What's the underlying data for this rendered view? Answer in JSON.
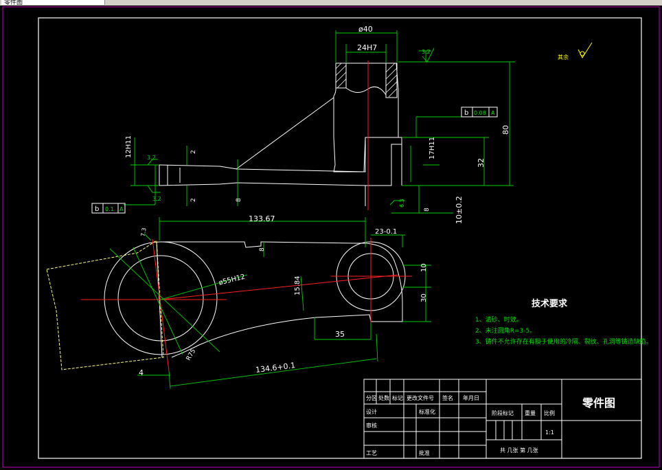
{
  "window": {
    "tab_label": "零件图"
  },
  "dims": {
    "d40": "ø40",
    "w24h7": "24H7",
    "r32a": "3.2",
    "rest_roughness": "其余",
    "h80": "80",
    "h32": "32",
    "h17h11": "17H11",
    "h12h11": "12H11",
    "r32b": "3.2",
    "r32c": "3.2",
    "r32d": "6.3",
    "h2a": "2",
    "h2b": "2",
    "h8": "8",
    "h8b": "8",
    "h10": "10±0.2",
    "tol_b1_letter": "b",
    "tol_b1_val": "0.08",
    "tol_b1_sym": "A",
    "tol_b2_letter": "b",
    "tol_b2_val": "0.1",
    "tol_b2_sym": "A",
    "len133": "133.67",
    "d23": "23-0.1",
    "h8c": "8",
    "d55": "ø55H12",
    "h15": "15.84",
    "h10b": "10",
    "h30": "30",
    "w35": "35",
    "w4": "4",
    "len134": "134.6+0.1",
    "r75": "R75",
    "r7": "7.3"
  },
  "tech": {
    "title": "技术要求",
    "items": [
      "1、清砂、时效。",
      "2、未注圆角R=3-5。",
      "3、铸件不允许存在有损于使用的冷隔、裂纹、孔洞等铸造缺陷。"
    ]
  },
  "titleblock": {
    "row1": [
      "分区",
      "处数",
      "标记",
      "更改文件号",
      "签名",
      "年月日"
    ],
    "design": "设计",
    "standard": "标准化",
    "review": "审核",
    "process": "工艺",
    "approve": "批准",
    "stage": "阶段标记",
    "weight": "重量",
    "scale": "比例",
    "scale_val": "1:1",
    "sheets": "共  几张   第  几张",
    "drawing_name": "零件图"
  }
}
